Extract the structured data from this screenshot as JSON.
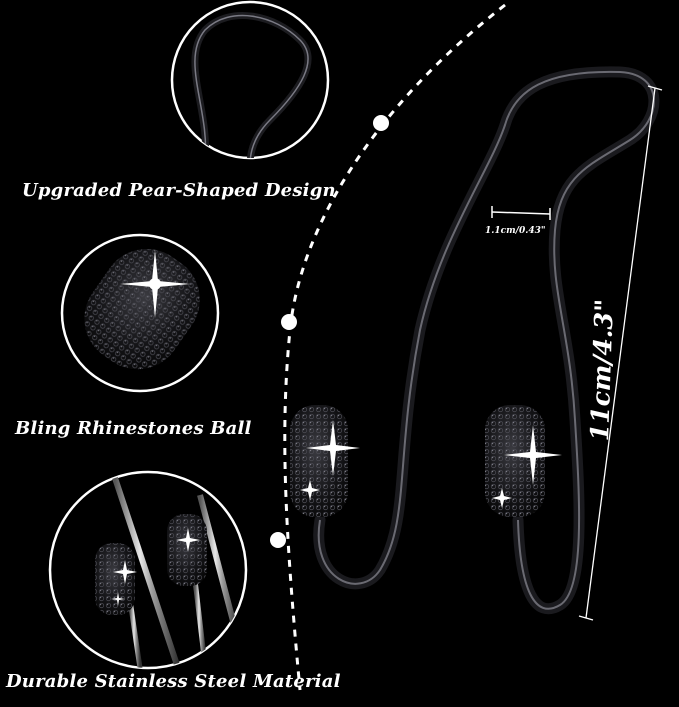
{
  "features": [
    {
      "label": "Upgraded Pear-Shaped Design",
      "icon": "hook-bend-closeup"
    },
    {
      "label": "Bling Rhinestones Ball",
      "icon": "rhinestone-ball-closeup"
    },
    {
      "label": "Durable Stainless Steel Material",
      "icon": "steel-rod-closeup"
    }
  ],
  "dimensions": {
    "width_label": "1.1cm/0.43\"",
    "height_label": "11cm/4.3\""
  },
  "colors": {
    "background": "#000000",
    "text": "#ffffff",
    "metal": "#2a2a2e",
    "metal_highlight": "#6a6a72"
  }
}
